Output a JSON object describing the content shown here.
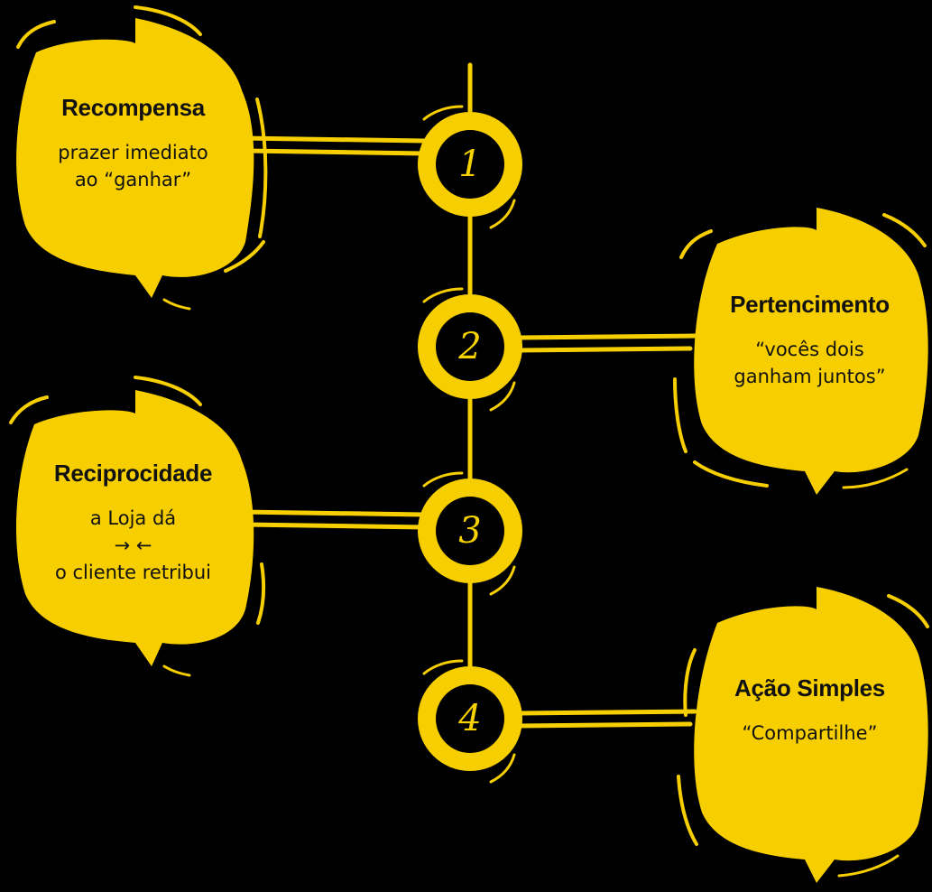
{
  "colors": {
    "background": "#000000",
    "accent": "#f7cf00",
    "ink": "#111111"
  },
  "steps": [
    {
      "number": "1",
      "title": "Recompensa",
      "lines": [
        "prazer imediato",
        "ao “ganhar”"
      ]
    },
    {
      "number": "2",
      "title": "Pertencimento",
      "lines": [
        "“vocês dois",
        "ganham juntos”"
      ]
    },
    {
      "number": "3",
      "title": "Reciprocidade",
      "lines": [
        "a Loja dá",
        "→ ←",
        "o cliente retribui"
      ]
    },
    {
      "number": "4",
      "title": "Ação Simples",
      "lines": [
        "“Compartilhe”"
      ]
    }
  ]
}
